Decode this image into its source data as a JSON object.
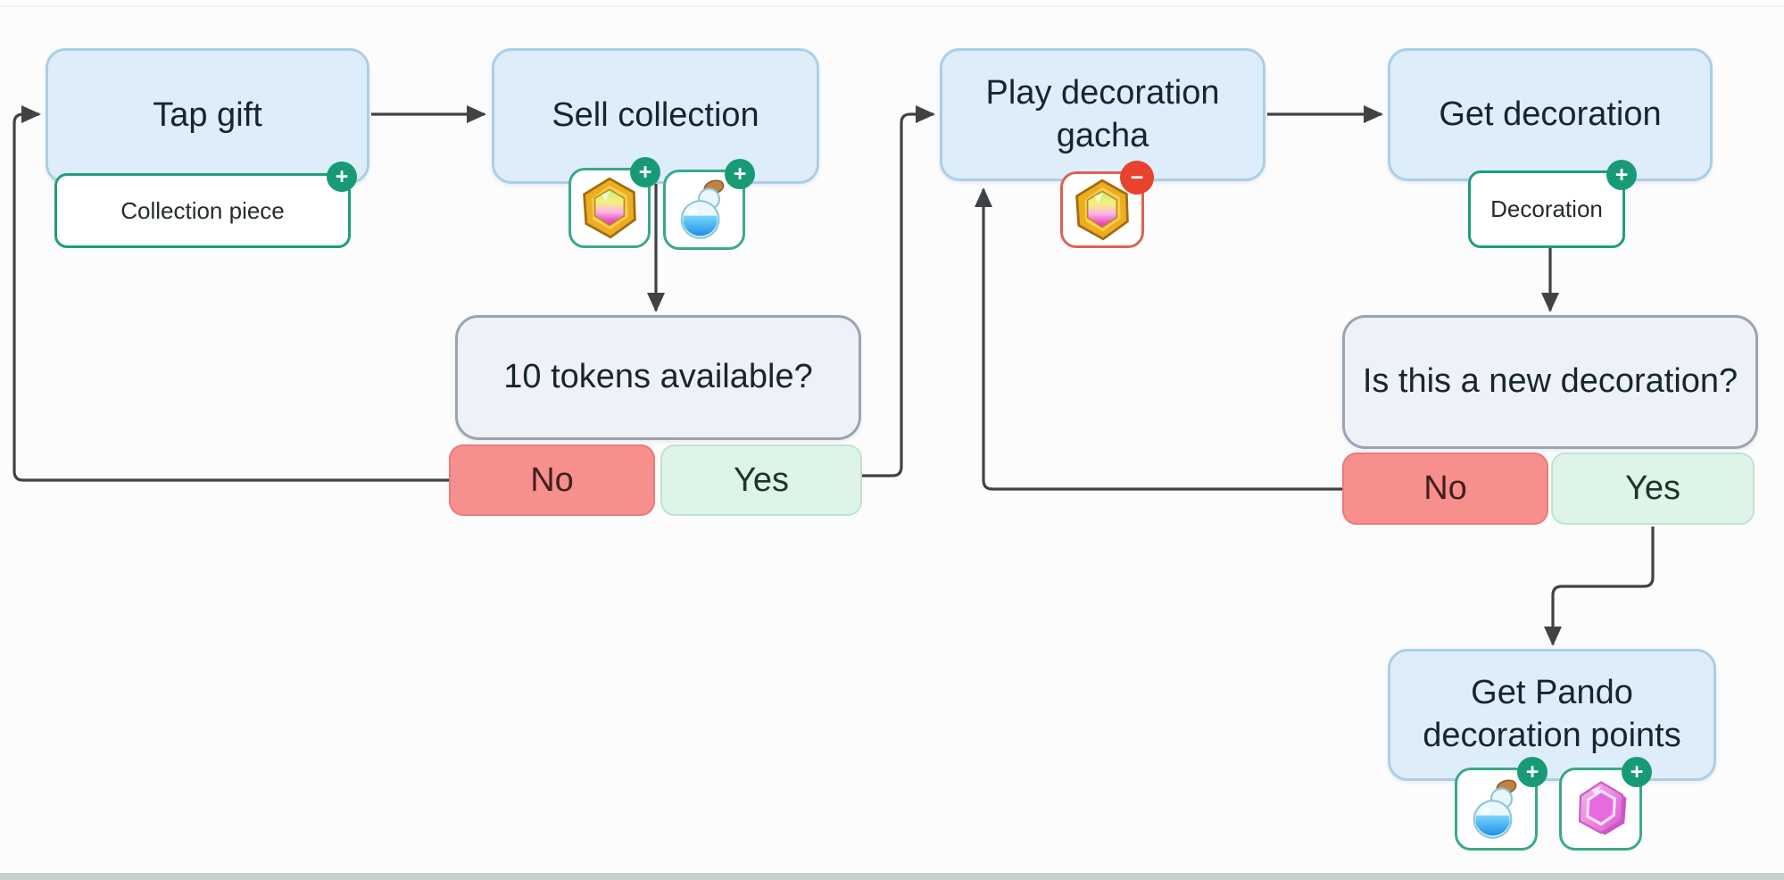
{
  "diagram": {
    "nodes": {
      "tap_gift": "Tap gift",
      "sell_collection": "Sell collection",
      "tokens_available": "10 tokens available?",
      "play_gacha": "Play decoration gacha",
      "get_decoration": "Get decoration",
      "new_decoration": "Is this a new decoration?",
      "get_pando": "Get Pando decoration points"
    },
    "tags": {
      "collection_piece": "Collection piece",
      "decoration": "Decoration"
    },
    "answers": {
      "no": "No",
      "yes": "Yes"
    },
    "badges": {
      "plus": "+",
      "minus": "−"
    },
    "icons": {
      "token_gem": "rainbow-token-gem",
      "potion": "blue-potion",
      "pink_gem": "pink-decoration-gem"
    },
    "colors": {
      "process_fill": "#ddeefa",
      "process_border": "#abcfe5",
      "decision_fill": "#eef1f7",
      "decision_border": "#9aa5b1",
      "no_fill": "#f78f8d",
      "yes_fill": "#def4e8",
      "tag_border": "#1f9e77",
      "tile_border_red": "#dd6351",
      "badge_green": "#189a76",
      "badge_red": "#e8432e",
      "connector": "#3f4346"
    }
  }
}
